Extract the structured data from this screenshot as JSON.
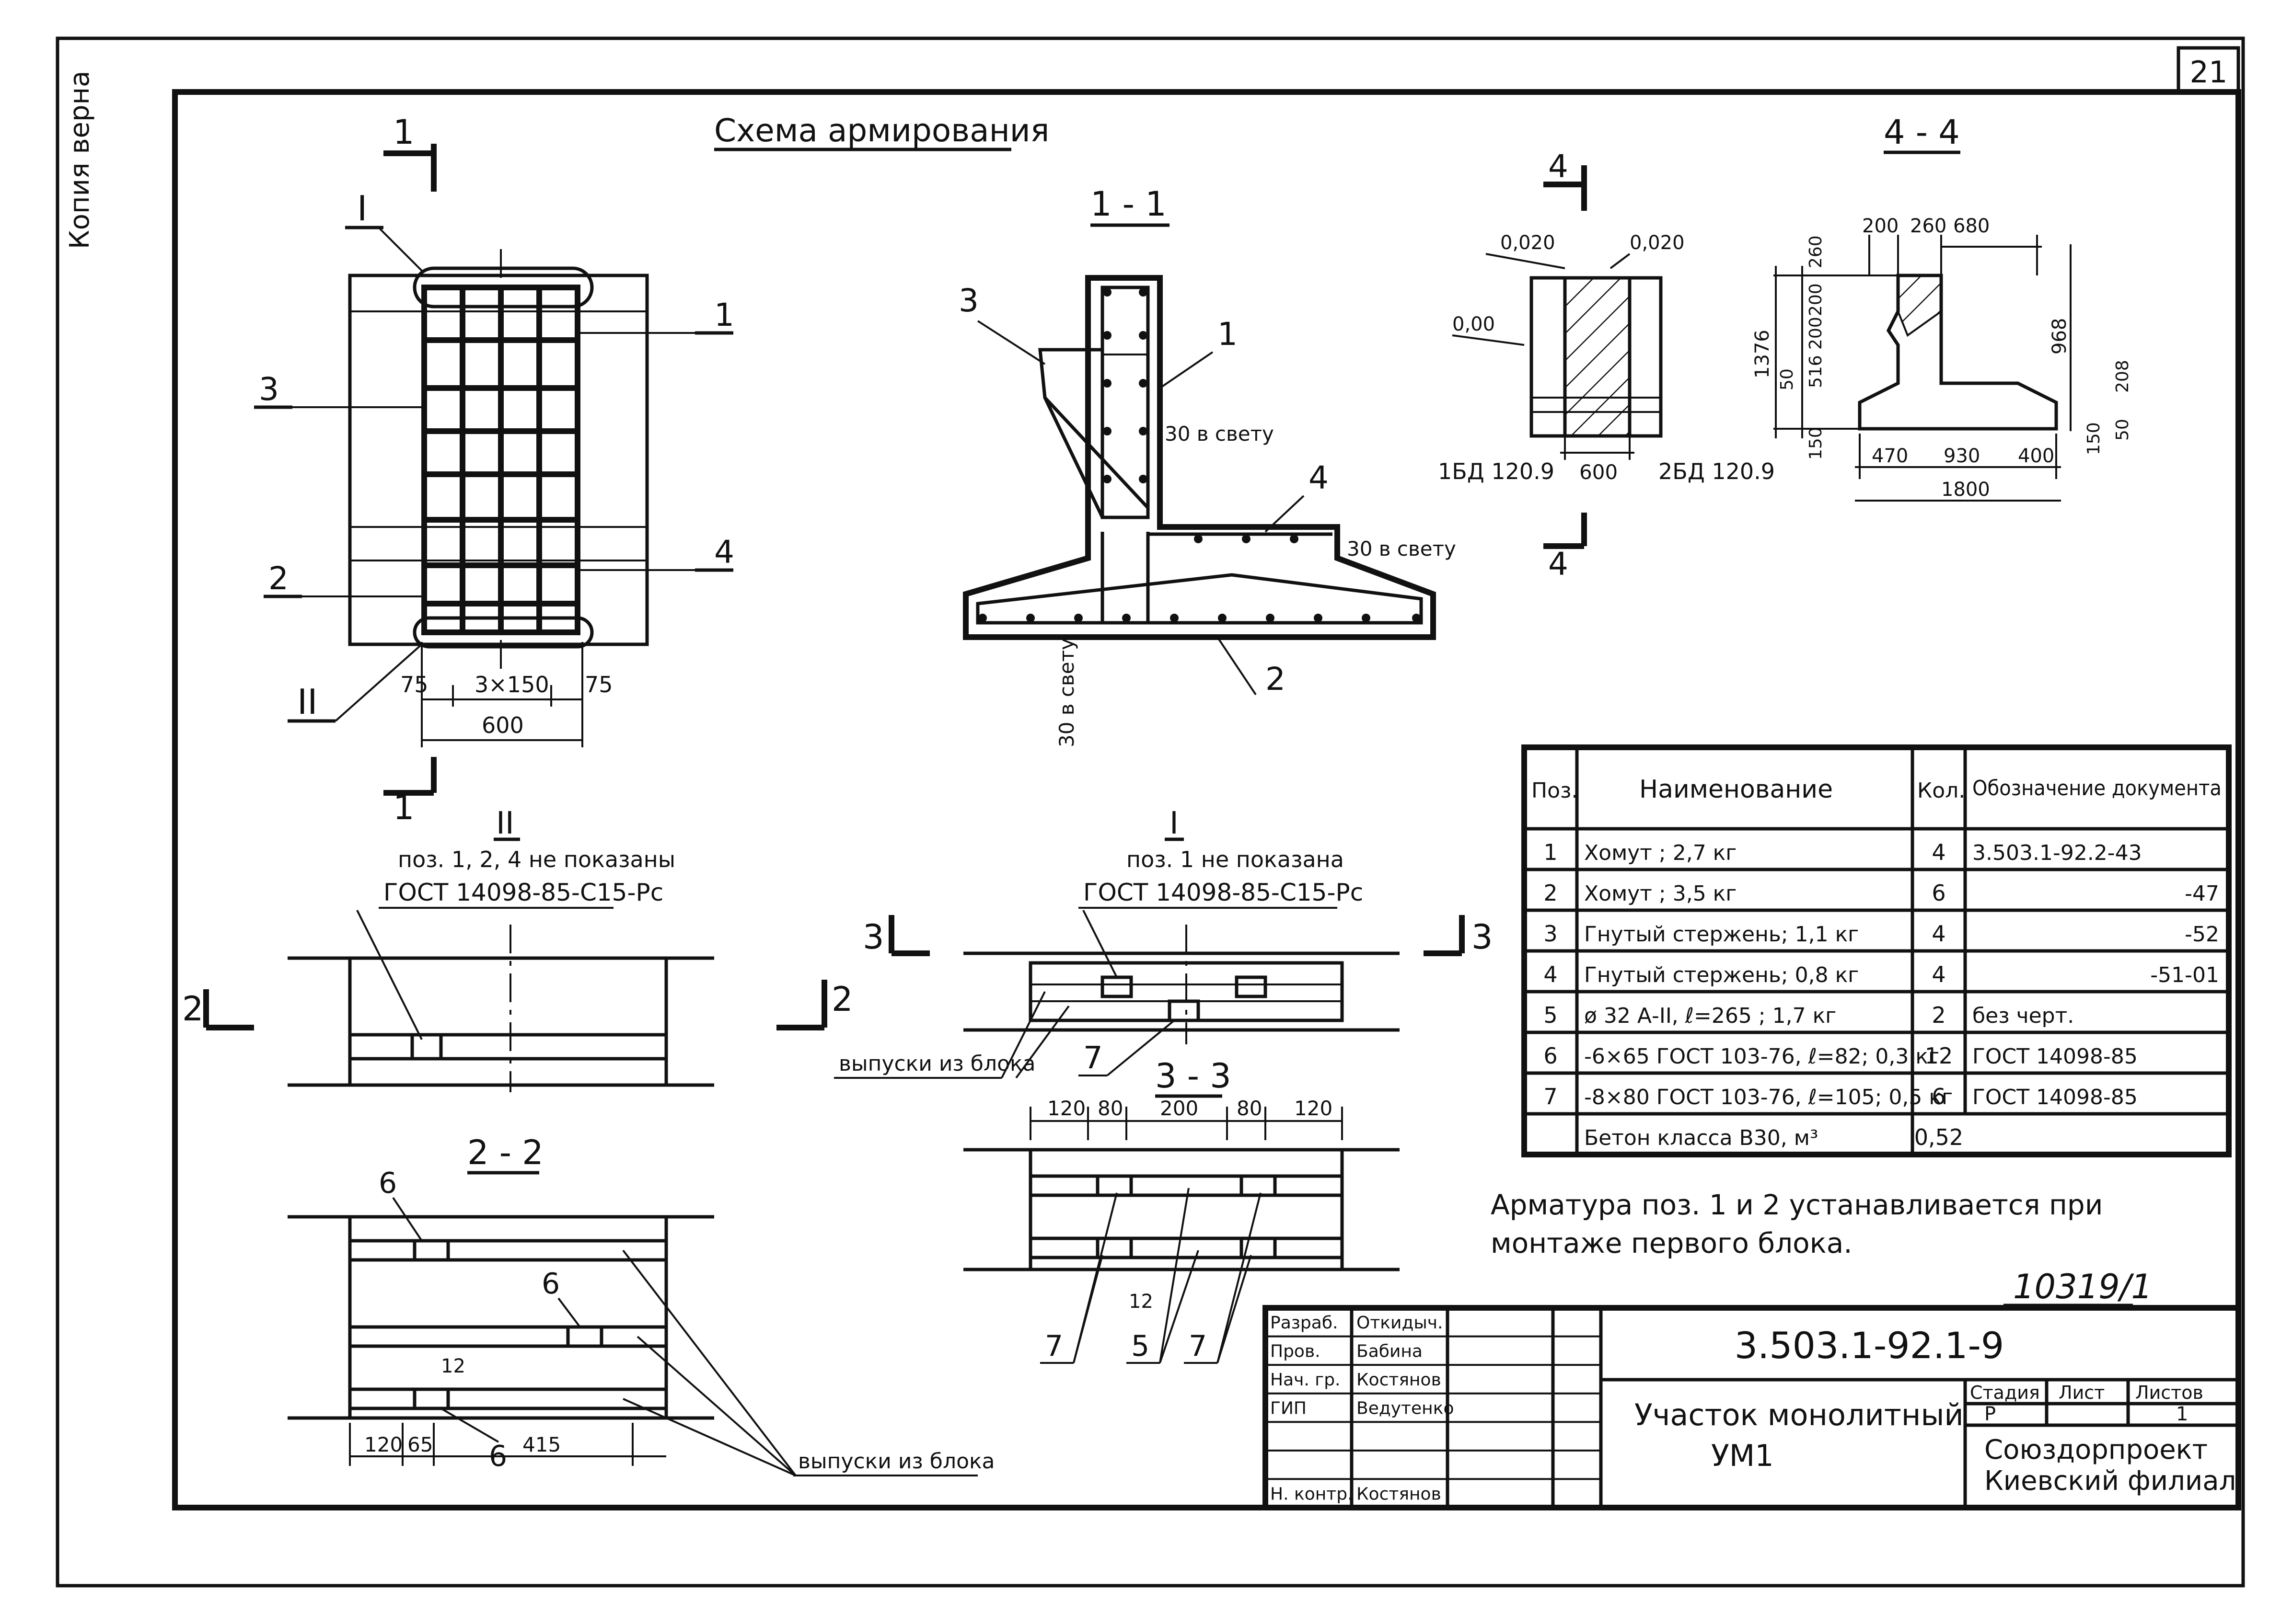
{
  "sheet": {
    "page_number": "21",
    "side_stamp": "Копия верна",
    "registration": "10319/1"
  },
  "scheme": {
    "title": "Схема армирования"
  },
  "elevation": {
    "section_mark": "1",
    "callouts": {
      "I": "I",
      "II": "II",
      "p1": "1",
      "p2": "2",
      "p3": "3",
      "p4": "4"
    },
    "dims": {
      "d75a": "75",
      "d3x150": "3×150",
      "d75b": "75",
      "d600": "600"
    }
  },
  "section11": {
    "title": "1 - 1",
    "labels": {
      "p1": "1",
      "p2": "2",
      "p3": "3",
      "p4": "4"
    },
    "clear_a": "30 в свету",
    "clear_b": "30 в свету",
    "clear_c": "30 в свету"
  },
  "section44_left": {
    "mark": "4",
    "lev_left": "0,020",
    "lev_right": "0,020",
    "lev_zero": "0,00",
    "block_left": "1БД 120.9",
    "block_right": "2БД 120.9",
    "width": "600"
  },
  "section44_right": {
    "title": "4 - 4",
    "top_dims": [
      "200",
      "260",
      "680"
    ],
    "left_dims": [
      "260",
      "200",
      "200",
      "50",
      "516",
      "150"
    ],
    "total_h": "1376",
    "right_dims": [
      "968",
      "208",
      "150",
      "50"
    ],
    "bottom_dims": [
      "470",
      "930",
      "400"
    ],
    "total_w": "1800"
  },
  "detailII": {
    "title": "II",
    "note": "поз. 1, 2, 4 не показаны",
    "gost": "ГОСТ 14098-85-С15-Рс",
    "mark": "2"
  },
  "detailI": {
    "title": "I",
    "note": "поз. 1 не показана",
    "gost": "ГОСТ 14098-85-С15-Рс",
    "mark": "3",
    "outlets": "выпуски из блока",
    "item": "7"
  },
  "section22": {
    "title": "2 - 2",
    "item": "6",
    "dims": [
      "120",
      "65",
      "415"
    ],
    "gap": "12",
    "outlets": "выпуски из блока"
  },
  "section33": {
    "title": "3 - 3",
    "dims": [
      "120",
      "80",
      "200",
      "80",
      "120"
    ],
    "gap": "12",
    "item7": "7",
    "item5": "5"
  },
  "spec": {
    "headers": [
      "Поз.",
      "Наименование",
      "Кол.",
      "Обозначение документа"
    ],
    "rows": [
      [
        "1",
        "Хомут ; 2,7 кг",
        "4",
        "3.503.1-92.2-43"
      ],
      [
        "2",
        "Хомут ; 3,5 кг",
        "6",
        "-47"
      ],
      [
        "3",
        "Гнутый стержень; 1,1 кг",
        "4",
        "-52"
      ],
      [
        "4",
        "Гнутый стержень; 0,8 кг",
        "4",
        "-51-01"
      ],
      [
        "5",
        "ø 32 А-II, ℓ=265 ; 1,7 кг",
        "2",
        "без черт."
      ],
      [
        "6",
        "-6×65 ГОСТ 103-76, ℓ=82; 0,3 кг",
        "12",
        "ГОСТ 14098-85"
      ],
      [
        "7",
        "-8×80 ГОСТ 103-76, ℓ=105; 0,5 кг",
        "6",
        "ГОСТ 14098-85"
      ],
      [
        "",
        "Бетон класса В30,   м³",
        "0,52",
        ""
      ]
    ]
  },
  "note": {
    "line1": "Арматура поз. 1 и 2 устанавливается при",
    "line2": "монтаже первого блока."
  },
  "title_block": {
    "roles": [
      "Разраб.",
      "Пров.",
      "Нач. гр.",
      "ГИП",
      "",
      "",
      "Н. контр."
    ],
    "names": [
      "Откидыч.",
      "Бабина",
      "Костянов",
      "Ведутенко",
      "",
      "",
      "Костянов"
    ],
    "code": "3.503.1-92.1-9",
    "name_line1": "Участок монолитный",
    "name_line2": "УМ1",
    "stage_h": "Стадия",
    "sheet_h": "Лист",
    "sheets_h": "Листов",
    "stage": "Р",
    "sheet": "",
    "sheets": "1",
    "org1": "Союздорпроект",
    "org2": "Киевский филиал"
  }
}
